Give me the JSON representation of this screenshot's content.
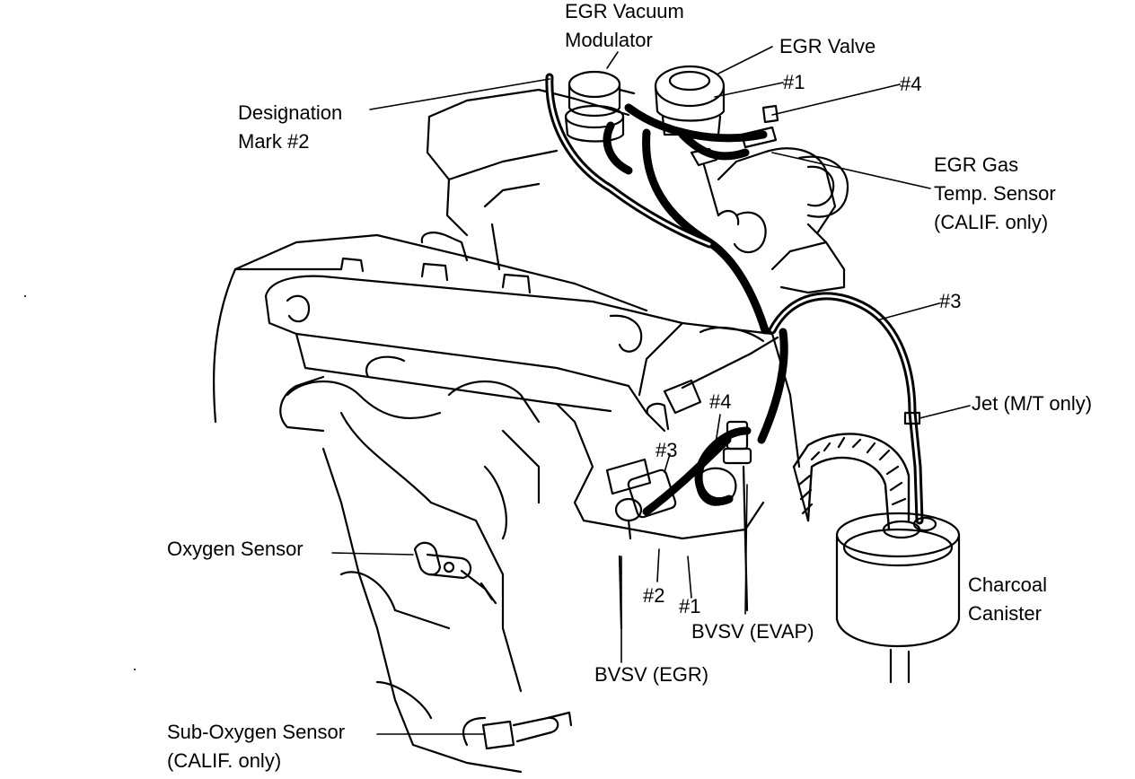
{
  "diagram": {
    "labels": {
      "egr_vacuum_modulator_l1": "EGR Vacuum",
      "egr_vacuum_modulator_l2": "Modulator",
      "egr_valve": "EGR Valve",
      "designation_mark_l1": "Designation",
      "designation_mark_l2": "Mark #2",
      "top_hose_1": "#1",
      "top_hose_4": "#4",
      "egr_gas_temp_l1": "EGR Gas",
      "egr_gas_temp_l2": "Temp. Sensor",
      "egr_gas_temp_l3": "(CALIF. only)",
      "right_hose_3": "#3",
      "jet": "Jet (M/T only)",
      "mid_hose_4": "#4",
      "mid_hose_3": "#3",
      "oxygen_sensor": "Oxygen Sensor",
      "charcoal_canister_l1": "Charcoal",
      "charcoal_canister_l2": "Canister",
      "low_hose_2": "#2",
      "low_hose_1": "#1",
      "bvsv_evap": "BVSV (EVAP)",
      "bvsv_egr": "BVSV (EGR)",
      "sub_oxygen_l1": "Sub-Oxygen Sensor",
      "sub_oxygen_l2": "(CALIF. only)"
    }
  }
}
